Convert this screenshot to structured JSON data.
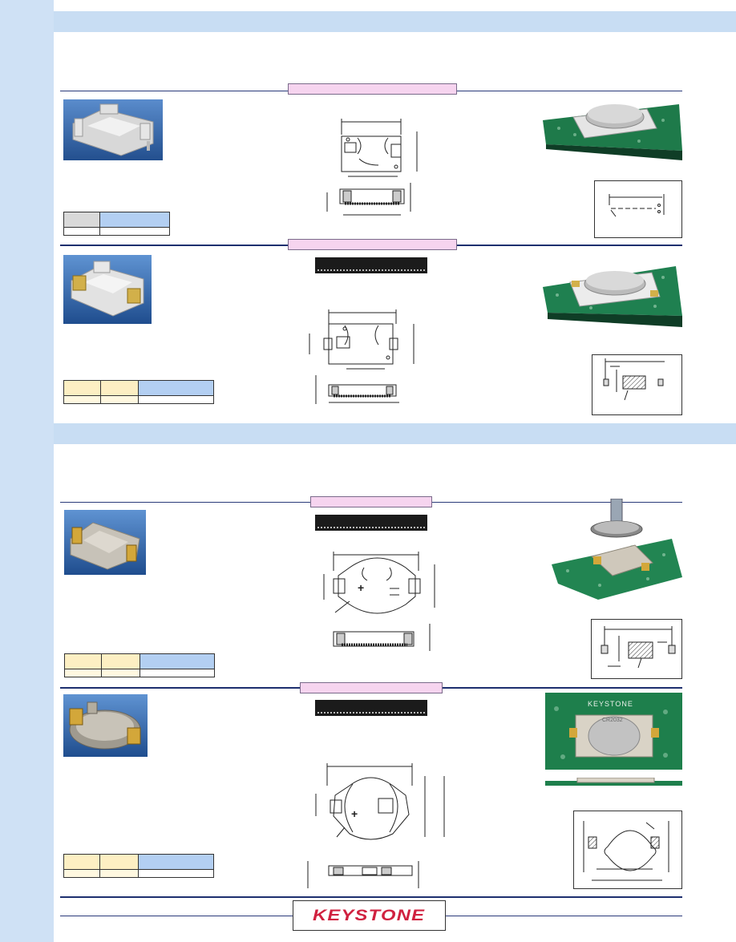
{
  "footer": {
    "logo_text": "KEYSTONE"
  },
  "photos": {
    "pcb_label": "KEYSTONE",
    "coin_label": "CR2032"
  },
  "colors": {
    "page_background": "#cfe1f5",
    "section_band": "#c8ddf3",
    "title_tag": "#f6d4ef",
    "table_header_blue": "#b3cff2",
    "table_header_yellow": "#fdefc3",
    "table_header_gray": "#d9d9d9",
    "rule": "#1d2f6f",
    "logo_red": "#d0213f"
  },
  "icons": [
    "plus-sign-icon"
  ]
}
